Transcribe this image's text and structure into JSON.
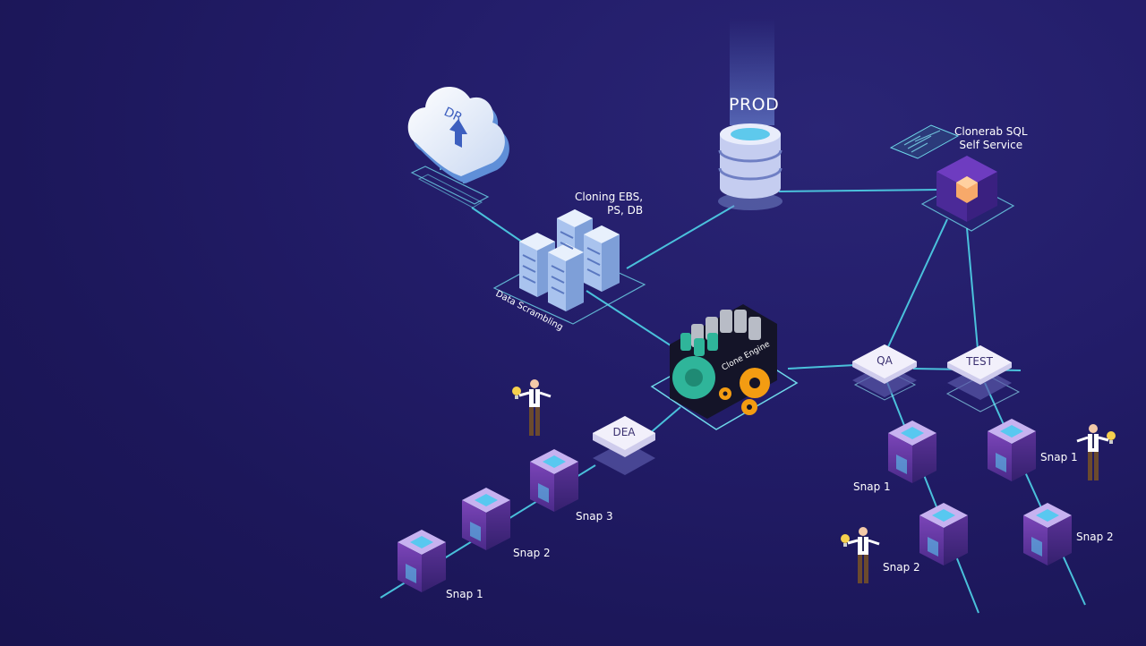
{
  "labels": {
    "prod": "PROD",
    "dr": "DR",
    "cloning": "Cloning EBS,\nPS, DB",
    "data_scrambling": "Data Scrambling",
    "clone_engine": "Clone Engine",
    "clonerab": "Clonerab SQL\nSelf Service",
    "qa": "QA",
    "test": "TEST",
    "dea": "DEA"
  },
  "dea_snaps": [
    "Snap 1",
    "Snap 2",
    "Snap 3"
  ],
  "qa_snaps": [
    "Snap 1",
    "Snap 2"
  ],
  "test_snaps": [
    "Snap 1",
    "Snap 2"
  ],
  "colors": {
    "background": "#221c68",
    "line": "#4fd3e8",
    "snap_body": "#6a3aa8",
    "snap_top": "#58c8f0",
    "node_top": "#e8e6f6",
    "gear": "#f39c12",
    "engine_green": "#2fb59a"
  }
}
